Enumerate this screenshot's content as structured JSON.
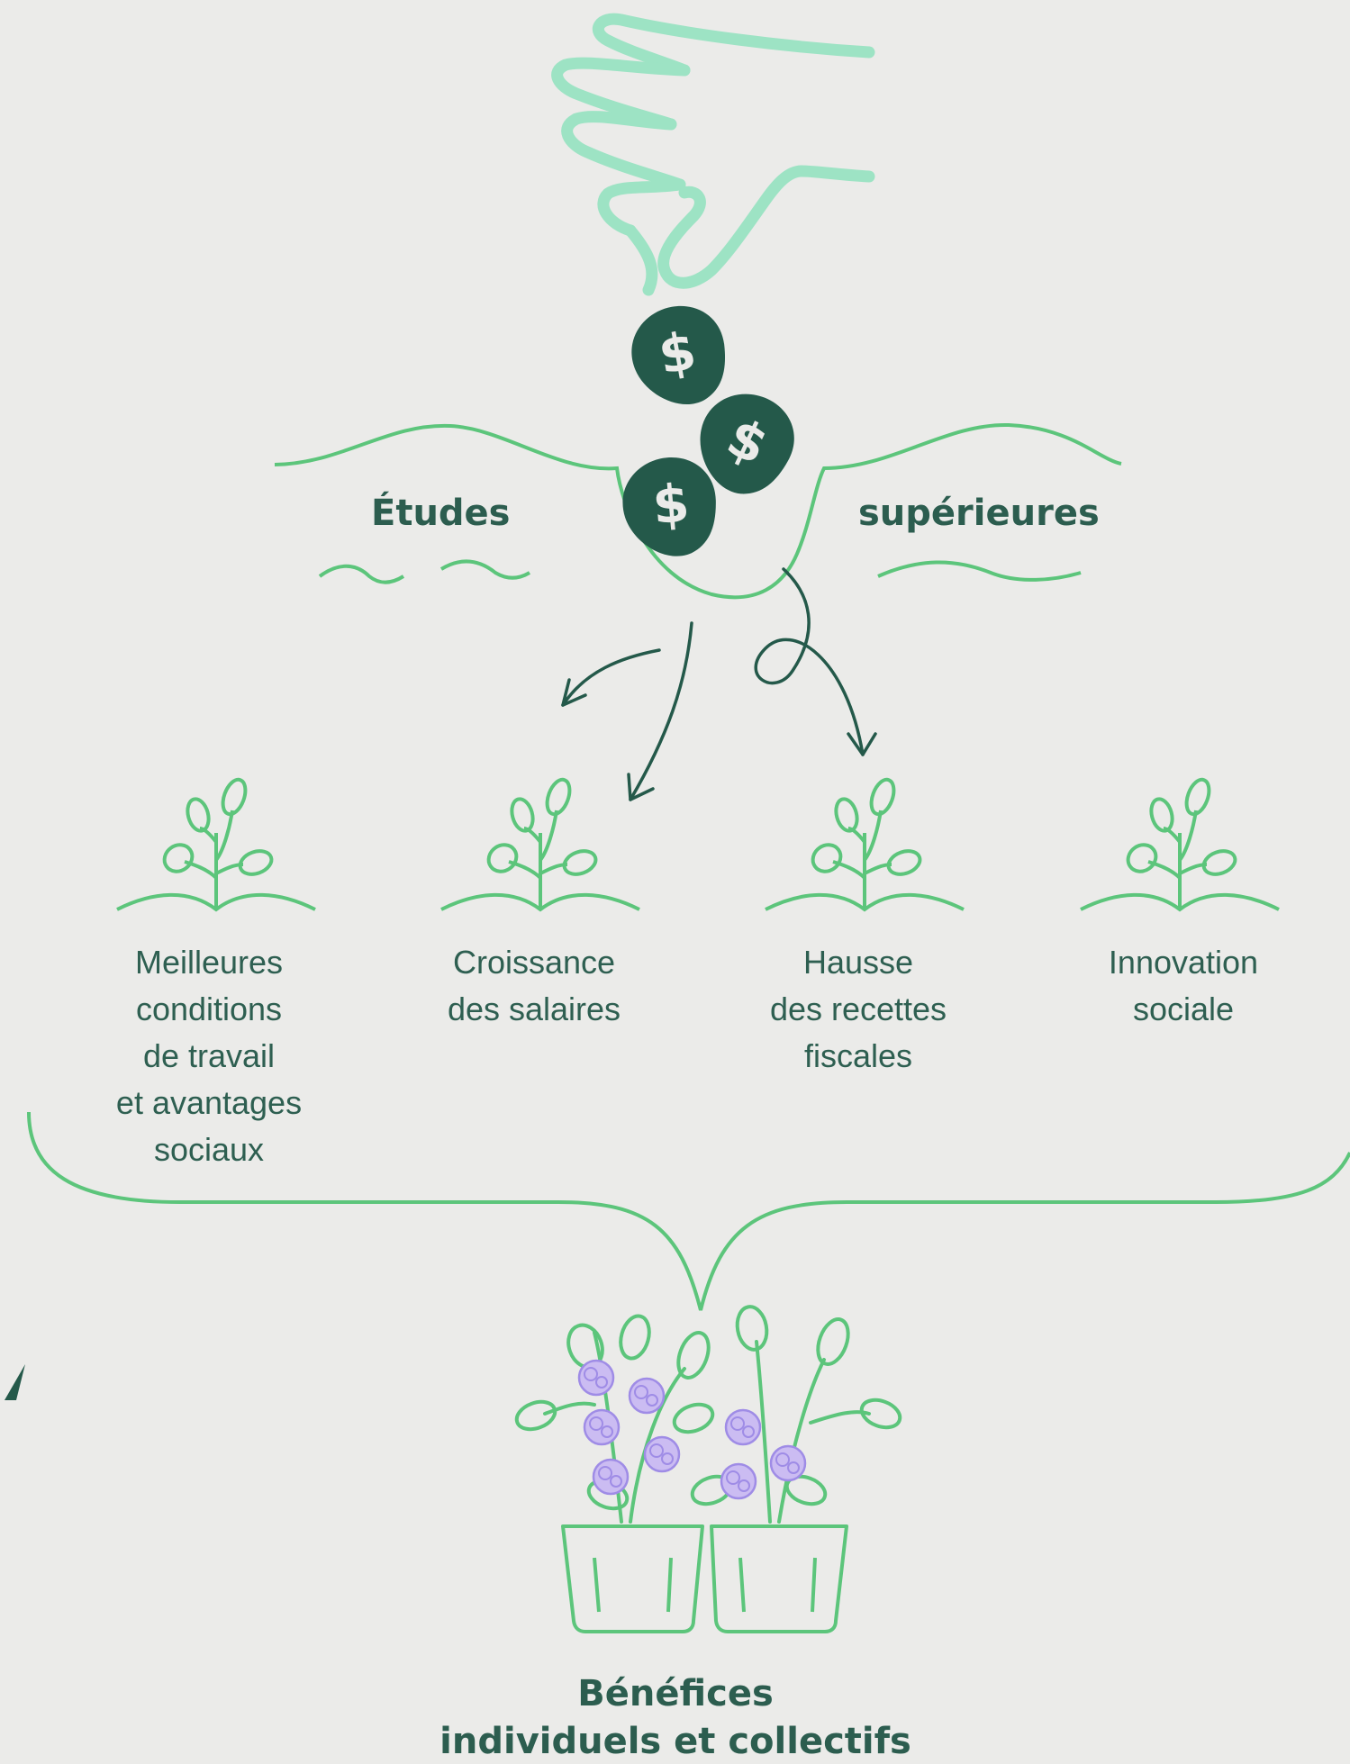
{
  "header": {
    "word_left": "Études",
    "word_right": "supérieures"
  },
  "coins": [
    {
      "symbol": "$"
    },
    {
      "symbol": "$"
    },
    {
      "symbol": "$"
    }
  ],
  "benefits": [
    {
      "label": "Meilleures\nconditions\nde travail\net avantages\nsociaux"
    },
    {
      "label": "Croissance\ndes salaires"
    },
    {
      "label": "Hausse\ndes recettes\nfiscales"
    },
    {
      "label": "Innovation\nsociale"
    }
  ],
  "footer": {
    "line1": "Bénéfices",
    "line2": "individuels et collectifs"
  },
  "colors": {
    "background": "#ebebe9",
    "hand": "#9de3c4",
    "line_green": "#5cc57b",
    "dark_green": "#24594a",
    "flower": "#cbbcf2",
    "flower_stroke": "#9f8ce6"
  }
}
